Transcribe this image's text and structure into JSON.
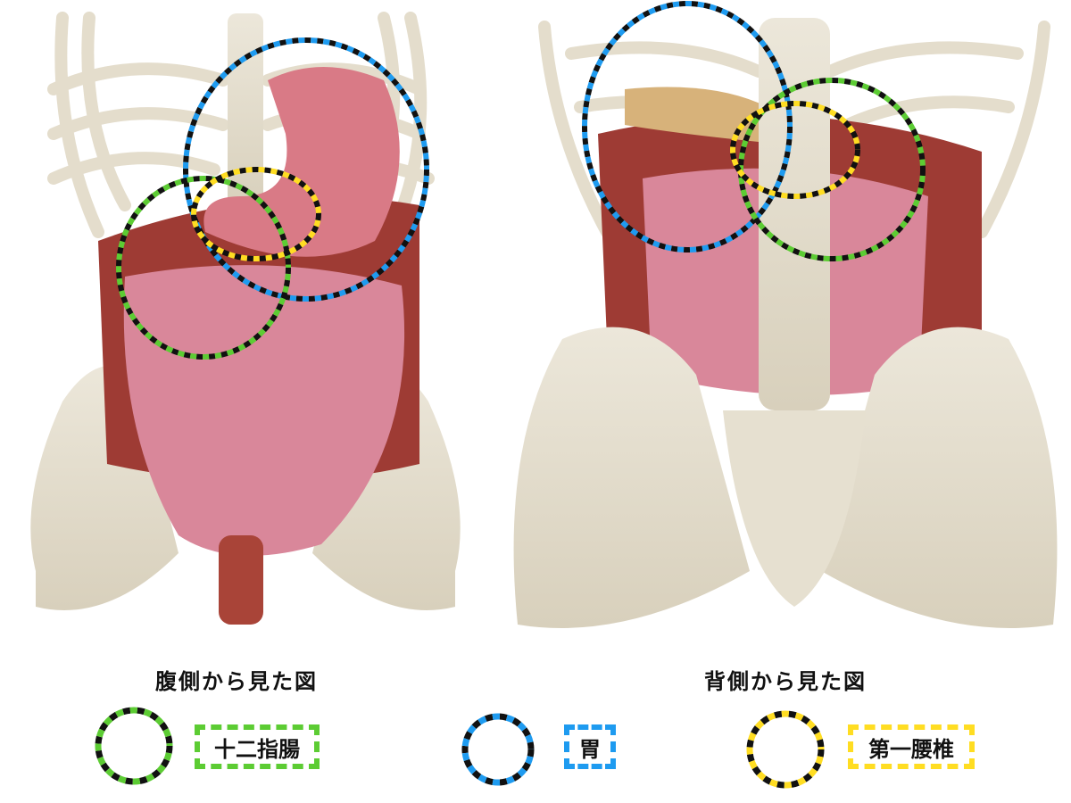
{
  "views": {
    "front_title": "腹側から見た図",
    "back_title": "背側から見た図"
  },
  "legend": [
    {
      "label": "十二指腸",
      "color": "#5ccc33"
    },
    {
      "label": "胃",
      "color": "#1e9bf0"
    },
    {
      "label": "第一腰椎",
      "color": "#ffdd22"
    }
  ],
  "colors": {
    "bone": "#e8e2d2",
    "intestine": "#d9879a",
    "colon": "#9e3b34",
    "stomach": "#d97a86"
  }
}
